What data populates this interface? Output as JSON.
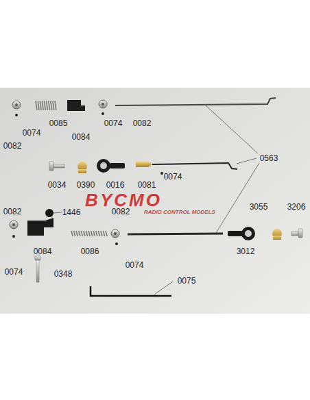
{
  "diagram": {
    "labels": [
      "0082",
      "0074",
      "0085",
      "0084",
      "0074",
      "0082",
      "0563",
      "0034",
      "0390",
      "0016",
      "0081",
      "0074",
      "0082",
      "1446",
      "0082",
      "3055",
      "3206",
      "0074",
      "0084",
      "0086",
      "0074",
      "3012",
      "0348",
      "0075",
      "BYCMO",
      "RADIO CONTROL MODELS"
    ]
  }
}
